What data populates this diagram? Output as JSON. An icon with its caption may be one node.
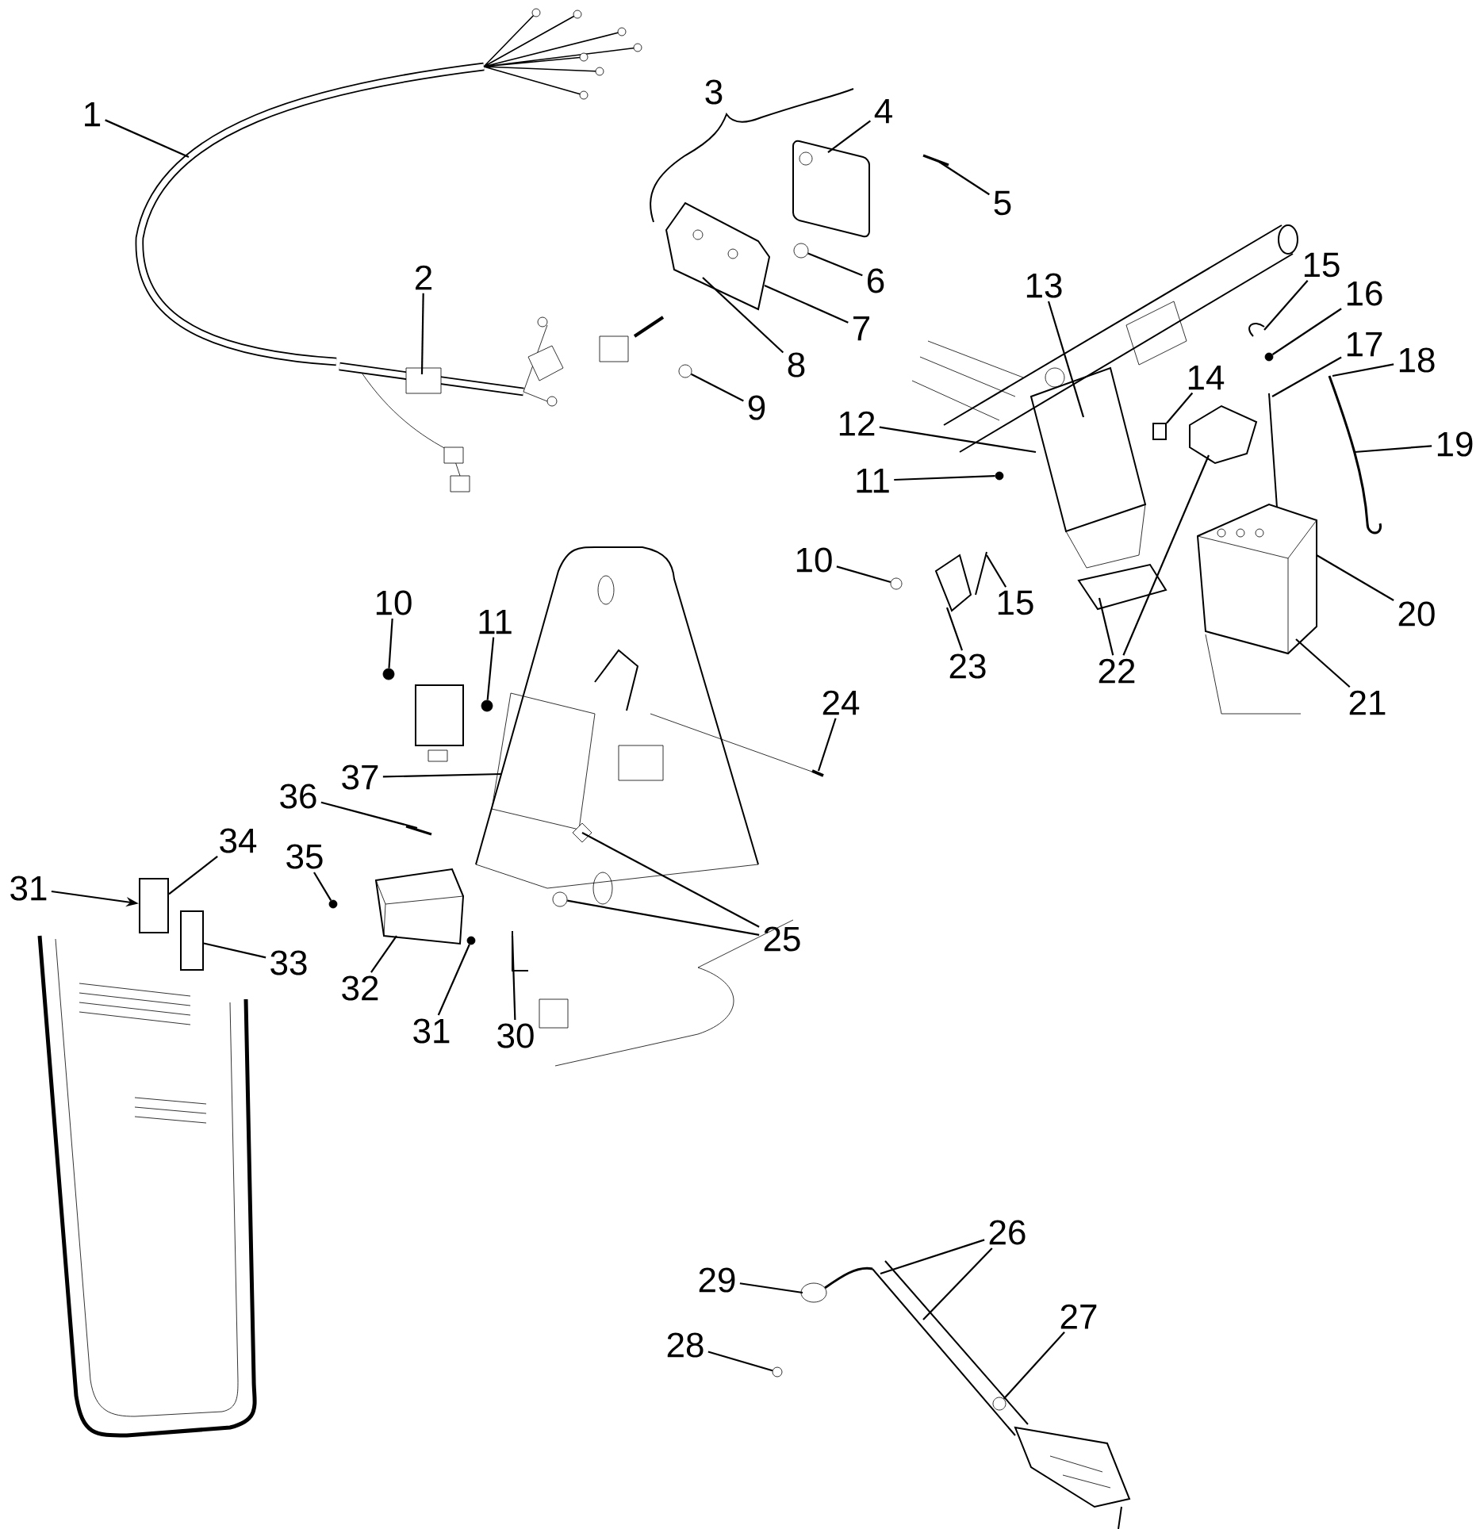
{
  "diagram": {
    "nodes": [
      {
        "text": [
          "1"
        ]
      },
      {
        "text": [
          "3"
        ]
      },
      {
        "text": [
          "4"
        ]
      },
      {
        "text": [
          "5"
        ]
      },
      {
        "text": [
          "2"
        ],
        "in": 41
      },
      {
        "text": [
          "6"
        ]
      },
      {
        "text": [
          "13"
        ]
      },
      {
        "text": [
          "15"
        ]
      },
      {
        "text": [
          "16"
        ]
      },
      {
        "text": [
          "7"
        ]
      },
      {
        "text": [
          "17"
        ]
      },
      {
        "text": [
          "18"
        ]
      },
      {
        "text": [
          "8"
        ]
      },
      {
        "text": [
          "14"
        ]
      },
      {
        "text": [
          "9"
        ]
      },
      {
        "text": [
          "12"
        ]
      },
      {
        "text": [
          "19"
        ]
      },
      {
        "text": [
          "11"
        ]
      },
      {
        "text": [
          "10"
        ]
      },
      {
        "text": [
          "15"
        ]
      },
      {
        "text": [
          "10"
        ]
      },
      {
        "text": [
          "20"
        ]
      },
      {
        "text": [
          "11"
        ]
      },
      {
        "text": [
          "23"
        ]
      },
      {
        "text": [
          "22"
        ]
      },
      {
        "text": [
          "24"
        ]
      },
      {
        "text": [
          "21"
        ]
      },
      {
        "text": [
          "37"
        ]
      },
      {
        "text": [
          "36"
        ]
      },
      {
        "text": [
          "34"
        ]
      },
      {
        "text": [
          "35"
        ]
      },
      {
        "text": [
          "31"
        ]
      },
      {
        "text": [
          "25"
        ]
      },
      {
        "text": [
          "33"
        ]
      },
      {
        "text": [
          "32"
        ]
      },
      {
        "text": [
          "31"
        ]
      },
      {
        "text": [
          "30"
        ]
      },
      {
        "text": [
          "26"
        ]
      },
      {
        "text": [
          "29"
        ]
      },
      {
        "text": [
          "27"
        ]
      },
      {
        "text": [
          "28"
        ]
      },
      {
        "text": [],
        "shape": "picture"
      },
      {
        "text": [],
        "shape": "picture"
      },
      {
        "text": [],
        "shape": "picture"
      },
      {
        "text": [],
        "shape": "picture"
      },
      {
        "text": [],
        "shape": "circle"
      },
      {
        "text": [],
        "shape": "picture"
      },
      {
        "text": [],
        "shape": "circle"
      },
      {
        "text": [],
        "shape": "picture"
      },
      {
        "text": [],
        "shape": "picture"
      },
      {
        "text": [],
        "shape": "circle"
      },
      {
        "text": [],
        "shape": "picture"
      },
      {
        "text": [],
        "shape": "picture"
      },
      {
        "text": [],
        "shape": "box"
      },
      {
        "text": [],
        "shape": "circle"
      },
      {
        "text": [],
        "shape": "circle"
      },
      {
        "text": [],
        "shape": "picture"
      },
      {
        "text": [],
        "shape": "picture"
      },
      {
        "text": [],
        "shape": "picture"
      },
      {
        "text": [],
        "shape": "picture"
      },
      {
        "text": [],
        "shape": "picture"
      },
      {
        "text": [],
        "shape": "picture"
      },
      {
        "text": [],
        "shape": "circle"
      },
      {
        "text": [],
        "shape": "circle"
      },
      {
        "text": [],
        "shape": "picture"
      },
      {
        "text": [],
        "shape": "picture"
      },
      {
        "text": [],
        "shape": "box"
      },
      {
        "text": [],
        "shape": "circle"
      },
      {
        "text": [],
        "shape": "circle"
      },
      {
        "text": [],
        "shape": "picture"
      },
      {
        "text": [],
        "shape": "box"
      },
      {
        "text": [],
        "shape": "picture"
      },
      {
        "text": [],
        "shape": "circle"
      },
      {
        "text": [],
        "shape": "picture"
      },
      {
        "text": [],
        "shape": "picture"
      },
      {
        "text": [],
        "shape": "circle",
        "in": 74
      },
      {
        "text": [],
        "shape": "picture"
      },
      {
        "text": [],
        "shape": "circle"
      }
    ],
    "edges": [
      {
        "from": 0,
        "to": 41,
        "arrow": "none"
      },
      {
        "from": 2,
        "to": 43,
        "arrow": "none"
      },
      {
        "from": 3,
        "to": 44,
        "arrow": "none"
      },
      {
        "from": 4,
        "to": 42,
        "arrow": "none"
      },
      {
        "from": 5,
        "to": 45,
        "arrow": "none"
      },
      {
        "from": 6,
        "to": 48,
        "arrow": "none"
      },
      {
        "from": 7,
        "to": 49,
        "arrow": "none"
      },
      {
        "from": 8,
        "to": 50,
        "arrow": "none"
      },
      {
        "from": 9,
        "to": 46,
        "arrow": "none"
      },
      {
        "from": 10,
        "to": 51,
        "arrow": "none"
      },
      {
        "from": 11,
        "to": 52,
        "arrow": "none"
      },
      {
        "from": 12,
        "to": 46,
        "arrow": "none"
      },
      {
        "from": 13,
        "to": 53,
        "arrow": "none"
      },
      {
        "from": 14,
        "to": 47,
        "arrow": "none"
      },
      {
        "from": 15,
        "to": 48,
        "arrow": "none"
      },
      {
        "from": 16,
        "to": 52,
        "arrow": "none"
      },
      {
        "from": 17,
        "to": 54,
        "arrow": "none"
      },
      {
        "from": 18,
        "to": 55,
        "arrow": "none"
      },
      {
        "from": 19,
        "to": 56,
        "arrow": "none"
      },
      {
        "from": 20,
        "to": 62,
        "arrow": "none"
      },
      {
        "from": 21,
        "to": 60,
        "arrow": "none"
      },
      {
        "from": 22,
        "to": 63,
        "arrow": "none"
      },
      {
        "from": 23,
        "to": 57,
        "arrow": "none"
      },
      {
        "from": 24,
        "to": 58,
        "arrow": "none"
      },
      {
        "from": 24,
        "to": 59,
        "arrow": "none"
      },
      {
        "from": 25,
        "to": 61,
        "arrow": "none"
      },
      {
        "from": 26,
        "to": 60,
        "arrow": "none"
      },
      {
        "from": 27,
        "to": 64,
        "arrow": "none"
      },
      {
        "from": 28,
        "to": 65,
        "arrow": "none"
      },
      {
        "from": 29,
        "to": 66,
        "arrow": "none"
      },
      {
        "from": 30,
        "to": 67,
        "arrow": "none"
      },
      {
        "from": 31,
        "to": 66,
        "arrow": "to"
      },
      {
        "from": 32,
        "to": 68,
        "arrow": "none"
      },
      {
        "from": 32,
        "to": 69,
        "arrow": "none"
      },
      {
        "from": 33,
        "to": 70,
        "arrow": "none"
      },
      {
        "from": 34,
        "to": 71,
        "arrow": "none"
      },
      {
        "from": 35,
        "to": 72,
        "arrow": "none"
      },
      {
        "from": 36,
        "to": 73,
        "arrow": "none"
      },
      {
        "from": 37,
        "to": 74,
        "arrow": "none"
      },
      {
        "from": 37,
        "to": 74,
        "arrow": "none"
      },
      {
        "from": 38,
        "to": 76,
        "arrow": "none"
      },
      {
        "from": 39,
        "to": 75,
        "arrow": "none"
      },
      {
        "from": 40,
        "to": 77,
        "arrow": "none"
      }
    ]
  }
}
